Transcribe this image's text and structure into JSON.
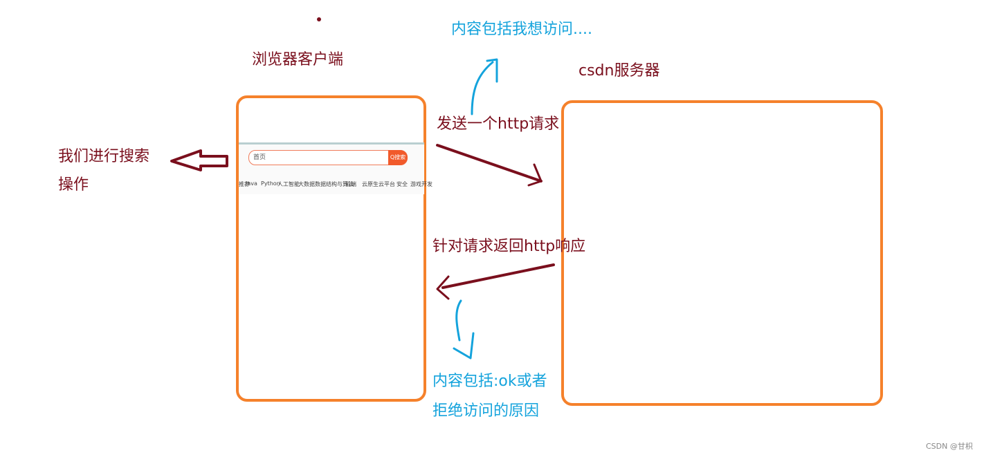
{
  "labels": {
    "browser_client": "浏览器客户端",
    "server": "csdn服务器",
    "user_action_line1": "我们进行搜索",
    "user_action_line2": "操作",
    "send_request": "发送一个http请求",
    "request_content": "内容包括我想访问....",
    "return_response": "针对请求返回http响应",
    "response_content_line1": "内容包括:ok或者",
    "response_content_line2": "拒绝访问的原因"
  },
  "mini_browser": {
    "search_text": "首页",
    "search_button": "Q搜索",
    "nav_items": [
      "推荐",
      "Java",
      "Python",
      "人工智能",
      "大数据",
      "数据结构与算法",
      "前端",
      "云原生",
      "云平台",
      "安全",
      "游戏开发"
    ]
  },
  "watermark": "CSDN @甘枳",
  "colors": {
    "box_border": "#f5812b",
    "dark_text": "#7a0f1d",
    "blue_text": "#14a3dc",
    "search_button": "#f15a2b"
  },
  "icons": {
    "left_arrow": "hollow-left-arrow-icon",
    "request_arrow": "arrow-right-down-icon",
    "response_arrow": "arrow-left-down-icon",
    "up_arrow": "curved-up-arrow-icon",
    "down_arrow": "curved-down-arrow-icon"
  }
}
